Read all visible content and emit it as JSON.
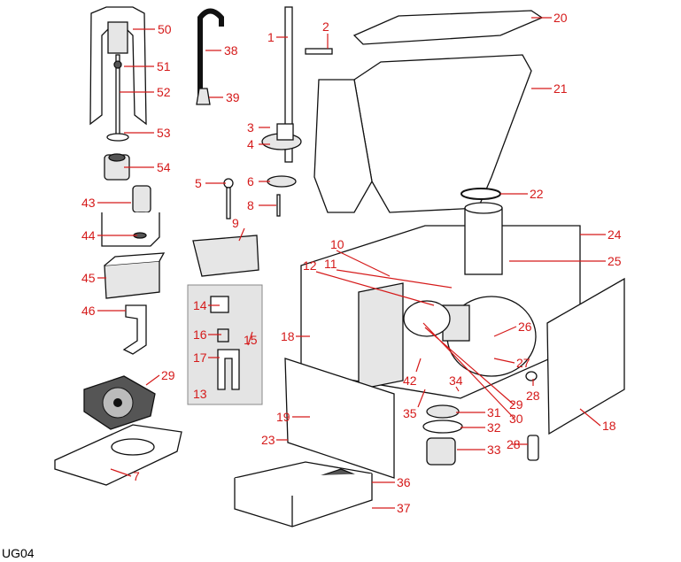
{
  "caption": "UG04",
  "parts": {
    "p1": "1",
    "p2": "2",
    "p3": "3",
    "p4": "4",
    "p5": "5",
    "p6": "6",
    "p7": "7",
    "p8": "8",
    "p9": "9",
    "p10": "10",
    "p11": "11",
    "p12": "12",
    "p13": "13",
    "p14": "14",
    "p15": "15",
    "p16": "16",
    "p17": "17",
    "p18": "18",
    "p18b": "18",
    "p19": "19",
    "p20": "20",
    "p21": "21",
    "p22": "22",
    "p23": "23",
    "p24": "24",
    "p25": "25",
    "p26": "26",
    "p27": "27",
    "p28": "28",
    "p28b": "28",
    "p29": "29",
    "p29b": "29",
    "p30": "30",
    "p31": "31",
    "p32": "32",
    "p33": "33",
    "p34": "34",
    "p35": "35",
    "p36": "36",
    "p37": "37",
    "p38": "38",
    "p39": "39",
    "p42": "42",
    "p43": "43",
    "p44": "44",
    "p45": "45",
    "p46": "46",
    "p50": "50",
    "p51": "51",
    "p52": "52",
    "p53": "53",
    "p54": "54"
  },
  "colors": {
    "label": "#d51a1a",
    "line": "#111111",
    "panel": "#e6e6e6"
  }
}
